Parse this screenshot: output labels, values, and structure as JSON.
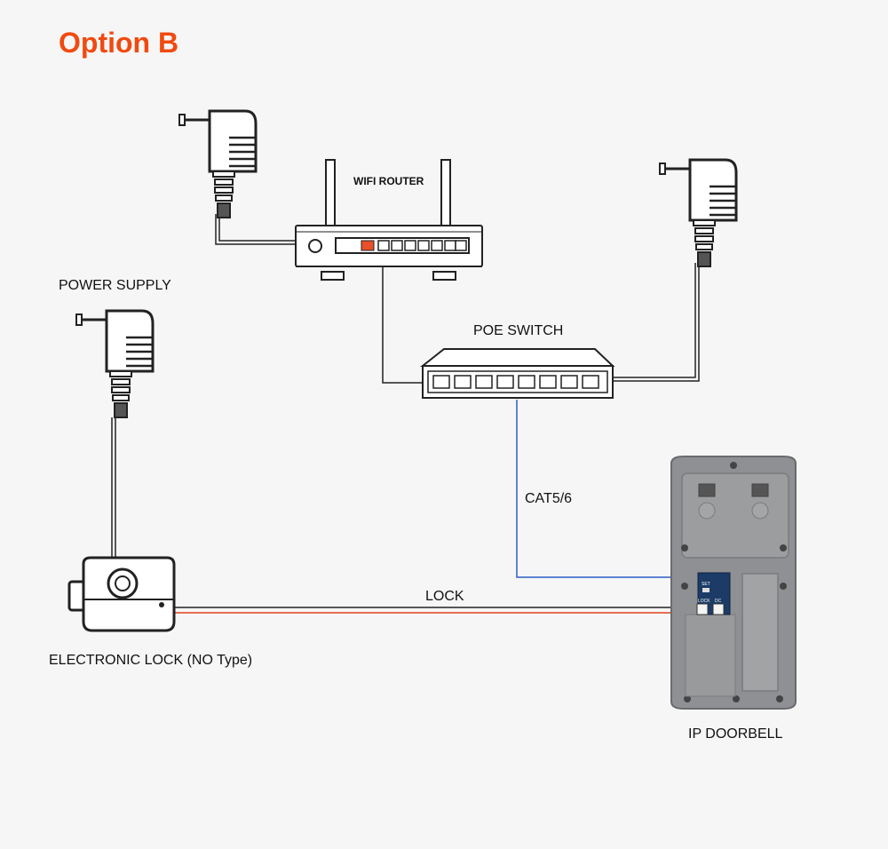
{
  "title": "Option B",
  "labels": {
    "wifi_router": "WIFI ROUTER",
    "power_supply": "POWER SUPPLY",
    "poe_switch": "POE SWITCH",
    "cable_type": "CAT5/6",
    "lock_wire": "LOCK",
    "electronic_lock": "ELECTRONIC LOCK (NO Type)",
    "ip_doorbell": "IP DOORBELL",
    "board_set": "SET",
    "board_lock": "LOCK",
    "board_dc": "DC"
  },
  "colors": {
    "title": "#f04a10",
    "cat_cable": "#2d5fc7",
    "lock_wire_red": "#e0401a",
    "lock_wire_black": "#222222",
    "doorbell_body": "#8f9093",
    "board": "#1c3b66",
    "wan_port": "#e8502a"
  },
  "icons": [
    "power-adapter-icon",
    "wifi-router-icon",
    "poe-switch-icon",
    "electronic-lock-icon",
    "ip-doorbell-icon"
  ]
}
